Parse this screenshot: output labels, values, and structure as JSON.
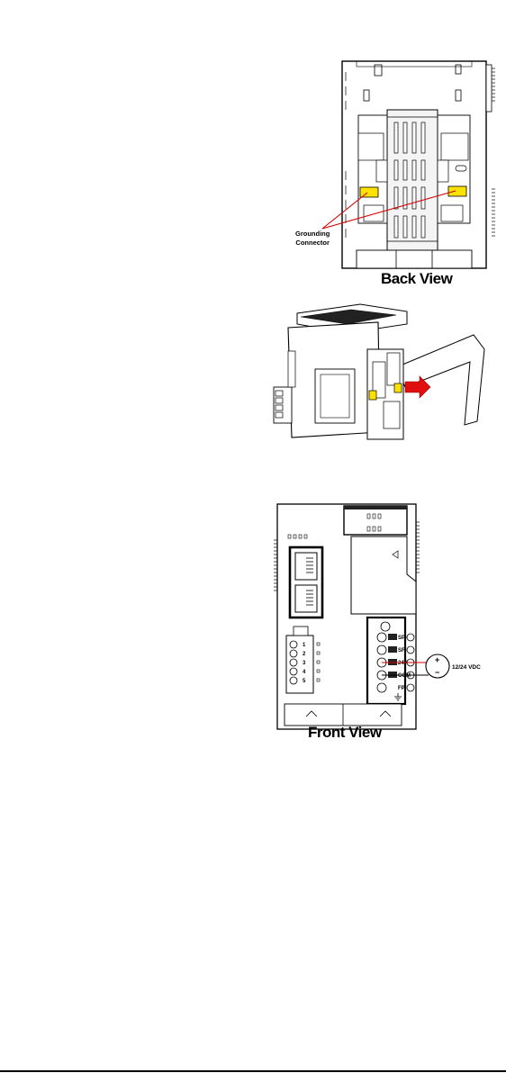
{
  "figures": {
    "back_view": {
      "caption": "Back View",
      "callout_line1": "Grounding",
      "callout_line2": "Connector",
      "highlight_color": "#ffe200",
      "leader_color": "#d40000"
    },
    "side_view": {
      "highlight_color": "#ffe200",
      "arrow_color": "#e01010"
    },
    "front_view": {
      "caption": "Front View",
      "terminal_labels": [
        "SP-",
        "SF-",
        "24V",
        "COM",
        "FP-"
      ],
      "io_labels": [
        "1",
        "2",
        "3",
        "4",
        "5"
      ],
      "supply_label": "12/24 VDC",
      "supply_plus": "+",
      "supply_minus": "−",
      "wire_color": "#d40000",
      "ground_icon": "ground-icon"
    }
  }
}
